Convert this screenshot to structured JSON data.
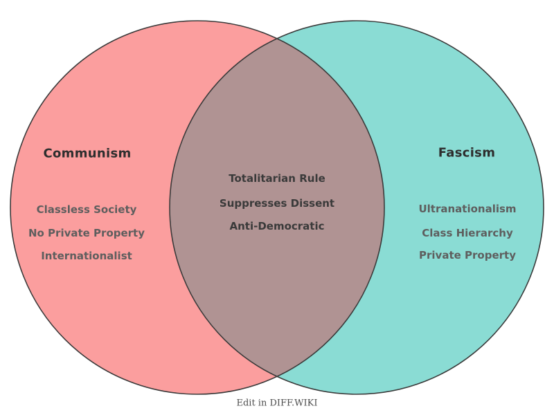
{
  "diagram": {
    "type": "venn",
    "left": {
      "title": "Communism",
      "items": [
        "Classless Society",
        "No Private Property",
        "Internationalist"
      ]
    },
    "right": {
      "title": "Fascism",
      "items": [
        "Ultranationalism",
        "Class Hierarchy",
        "Private Property"
      ]
    },
    "overlap": {
      "items": [
        "Totalitarian Rule",
        "Suppresses Dissent",
        "Anti-Democratic"
      ]
    },
    "colors": {
      "left_fill": "#FB9E9E",
      "right_fill": "#8ADCD4",
      "overlap_fill": "#B09393",
      "outline": "#3a3a3a",
      "title_text": "#2e2e2e",
      "side_item_text": "#5e5e5e",
      "overlap_item_text": "#3a3a3a",
      "background": "#ffffff"
    },
    "footer": "Edit in DIFF.WIKI"
  }
}
